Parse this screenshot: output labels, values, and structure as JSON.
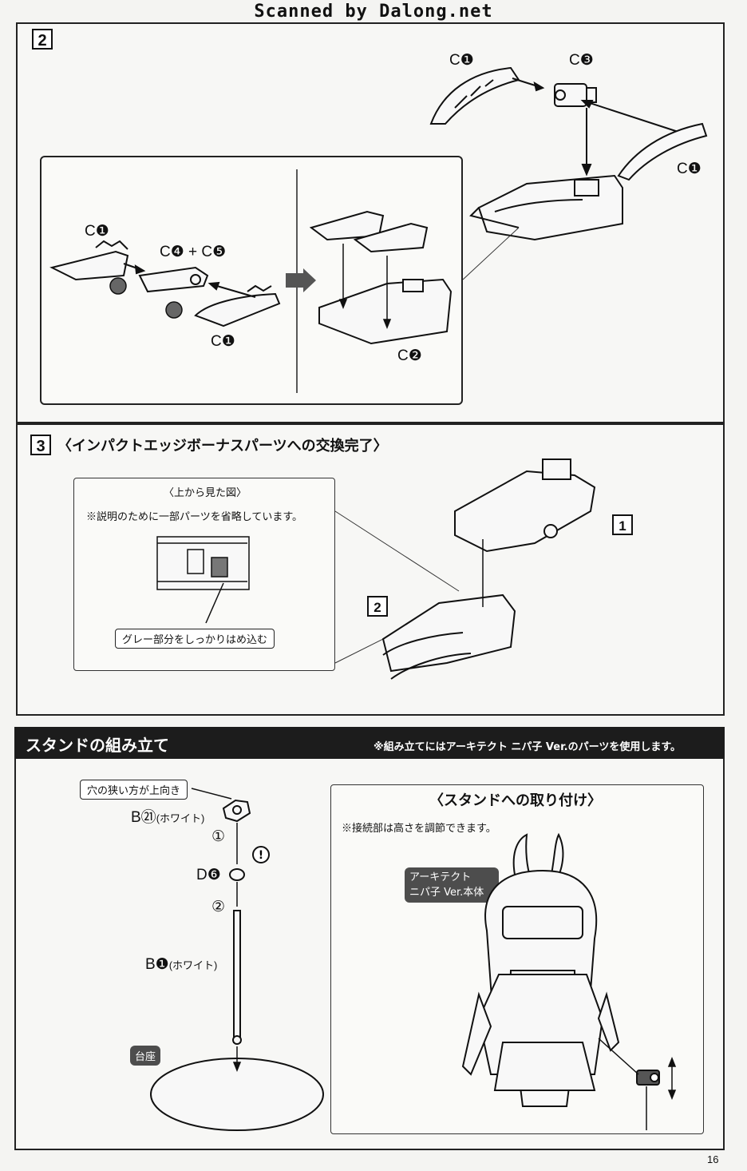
{
  "watermark": "Scanned by Dalong.net",
  "step2": {
    "number": "2",
    "parts": {
      "c1": "C❶",
      "c3": "C❸",
      "c4c5": "C❹ + C❺",
      "c2": "C❷"
    }
  },
  "step3": {
    "number": "3",
    "title": "〈インパクトエッジボーナスパーツへの交換完了〉",
    "inset_title": "〈上から見た図〉",
    "inset_note": "※説明のために一部パーツを省略しています。",
    "callout": "グレー部分をしっかりはめ込む",
    "tag1": "1",
    "tag2": "2"
  },
  "stand": {
    "title": "スタンドの組み立て",
    "note": "※組み立てにはアーキテクト ニパ子 Ver.のパーツを使用します。",
    "callout_top": "穴の狭い方が上向き",
    "b21": "B㉑",
    "b21_color": "(ホワイト)",
    "d6": "D❻",
    "b1": "B❶",
    "b1_color": "(ホワイト)",
    "step_1": "①",
    "step_2": "②",
    "base_label": "台座",
    "attach": {
      "title": "〈スタンドへの取り付け〉",
      "note": "※接続部は高さを調節できます。",
      "body_label_1": "アーキテクト",
      "body_label_2": "ニパ子 Ver.本体"
    }
  },
  "page_number": "16",
  "colors": {
    "dark_bar": "#1c1c1c",
    "pill": "#4d4d4d",
    "arrow_gray": "#555555"
  }
}
